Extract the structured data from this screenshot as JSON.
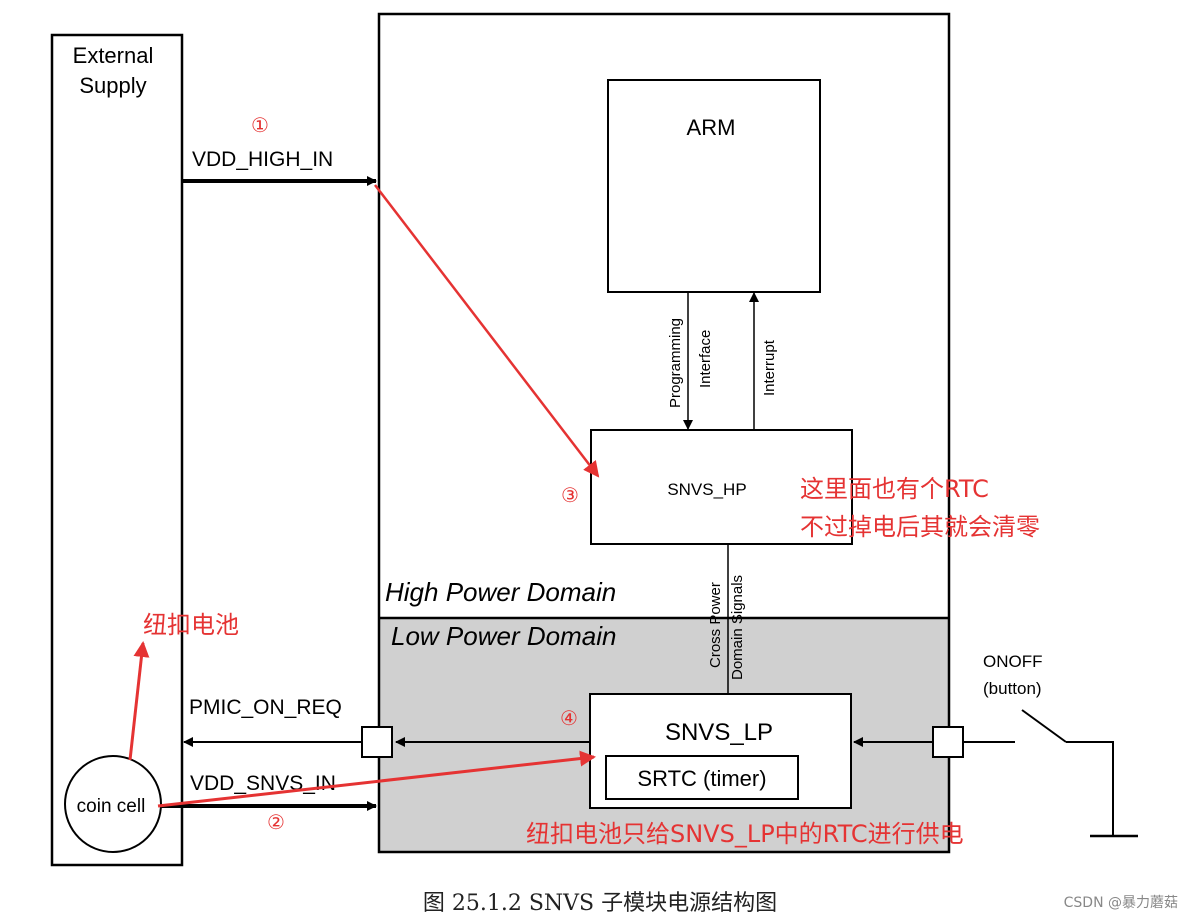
{
  "external_supply": {
    "line1": "External",
    "line2": "Supply"
  },
  "domains": {
    "high": "High Power Domain",
    "low": "Low Power Domain"
  },
  "blocks": {
    "arm": "ARM",
    "snvs_hp": "SNVS_HP",
    "snvs_lp": "SNVS_LP",
    "srtc": "SRTC (timer)",
    "coin_cell": "coin cell"
  },
  "signals": {
    "vdd_high_in": "VDD_HIGH_IN",
    "pmic_on_req": "PMIC_ON_REQ",
    "vdd_snvs_in": "VDD_SNVS_IN",
    "programming": "Programming",
    "interface": "Interface",
    "interrupt": "Interrupt",
    "cross_power": "Cross Power",
    "domain_signals": "Domain Signals",
    "onoff": "ONOFF",
    "button": "(button)"
  },
  "annotations": {
    "n1": "①",
    "n2": "②",
    "n3": "③",
    "n4": "④",
    "hp_rtc_line1": "这里面也有个RTC",
    "hp_rtc_line2": "不过掉电后其就会清零",
    "coin_cell_cn": "纽扣电池",
    "lp_note": "纽扣电池只给SNVS_LP中的RTC进行供电"
  },
  "caption": "图 25.1.2 SNVS 子模块电源结构图",
  "watermark": "CSDN @暴力蘑菇",
  "colors": {
    "annotation": "#e53333",
    "low_domain_fill": "#d0d0d0"
  }
}
